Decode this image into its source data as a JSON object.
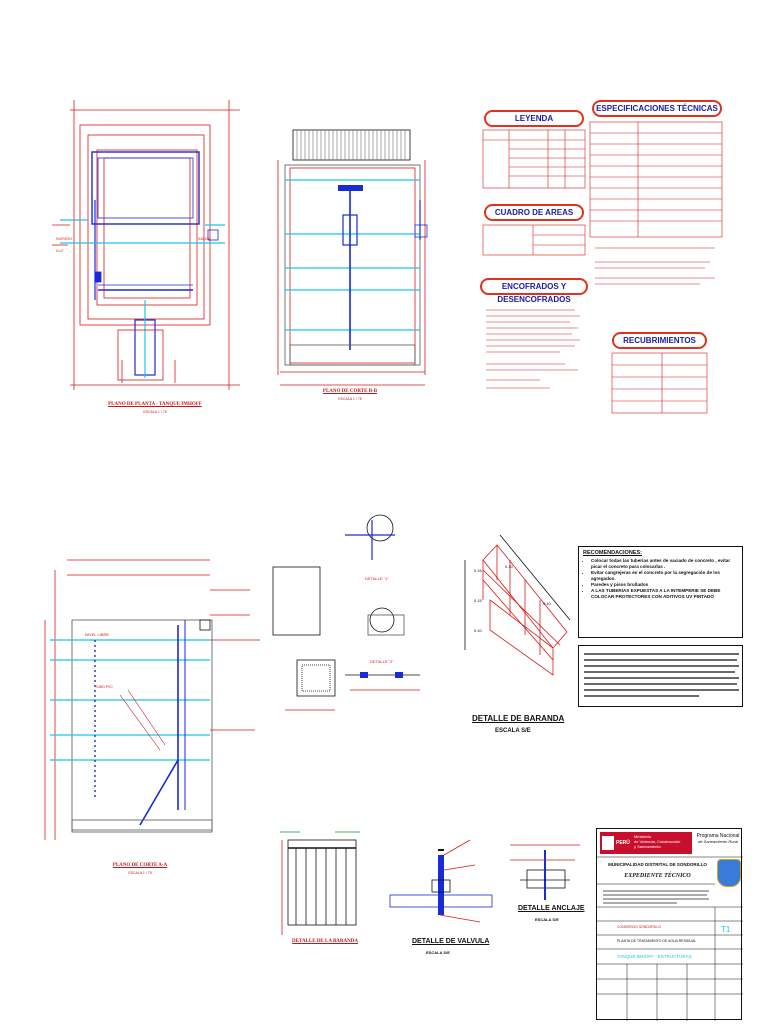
{
  "plan_titles": {
    "planta": "PLANO DE PLANTA - TANQUE IMHOFF",
    "corte_b": "PLANO DE CORTE B-B",
    "corte_a": "PLANO DE CORTE A-A",
    "detalle_baranda_small": "DETALLE DE LA BARANDA",
    "escala_small": "ESCALA 1 / 75"
  },
  "sections": {
    "leyenda": "LEYENDA",
    "especificaciones": "ESPECIFICACIONES TÉCNICAS",
    "cuadro_areas": "CUADRO DE AREAS",
    "encofrados": "ENCOFRADOS Y DESENCOFRADOS",
    "recubrimientos": "RECUBRIMIENTOS"
  },
  "recomendaciones": {
    "title": "RECOMENDACIONES:",
    "items": [
      "Colocar todas las tuberías antes de vaciado de concreto , evitar picar el concreto para colocarlas .",
      "Evitar cangrejeras en el concreto por la segregación de los agregados.",
      "Paredes y pisos bruñados",
      "A LAS TUBERIAS EXPUESTAS A LA INTEMPERIE SE DEBE COLOCAR PROTECTORES CON ADITIVOS UV PINTADO"
    ]
  },
  "details": {
    "baranda": "DETALLE DE BARANDA",
    "baranda_escala": "ESCALA S/E",
    "valvula": "DETALLE DE VALVULA",
    "valvula_escala": "ESCALA S/E",
    "anclaje": "DETALLE ANCLAJE",
    "anclaje_escala": "ESCALA S/E"
  },
  "title_block": {
    "ministerio_1": "Ministerio",
    "ministerio_2": "de Vivienda, Construcción",
    "ministerio_3": "y Saneamiento",
    "peru": "PERÚ",
    "programa_1": "Programa Nacional",
    "programa_2": "de Saneamiento Rural",
    "municipalidad": "MUNICIPALIDAD DISTRITAL DE SONDORILLO",
    "expediente": "EXPEDIENTE TÉCNICO",
    "consorcio": "CONSORCIO SONDORILLO",
    "plano": "PLANTA DE TRATAMIENTO DE AGUA RESIDUAL",
    "tanque": "TANQUE IMHOFF - ESTRUCTURAS",
    "code": "T1"
  },
  "colors": {
    "red": "#d81a1a",
    "cyan": "#18c8e8",
    "blue": "#1a2ad8",
    "orange": "#e0331c",
    "navy": "#1a1aa8"
  }
}
